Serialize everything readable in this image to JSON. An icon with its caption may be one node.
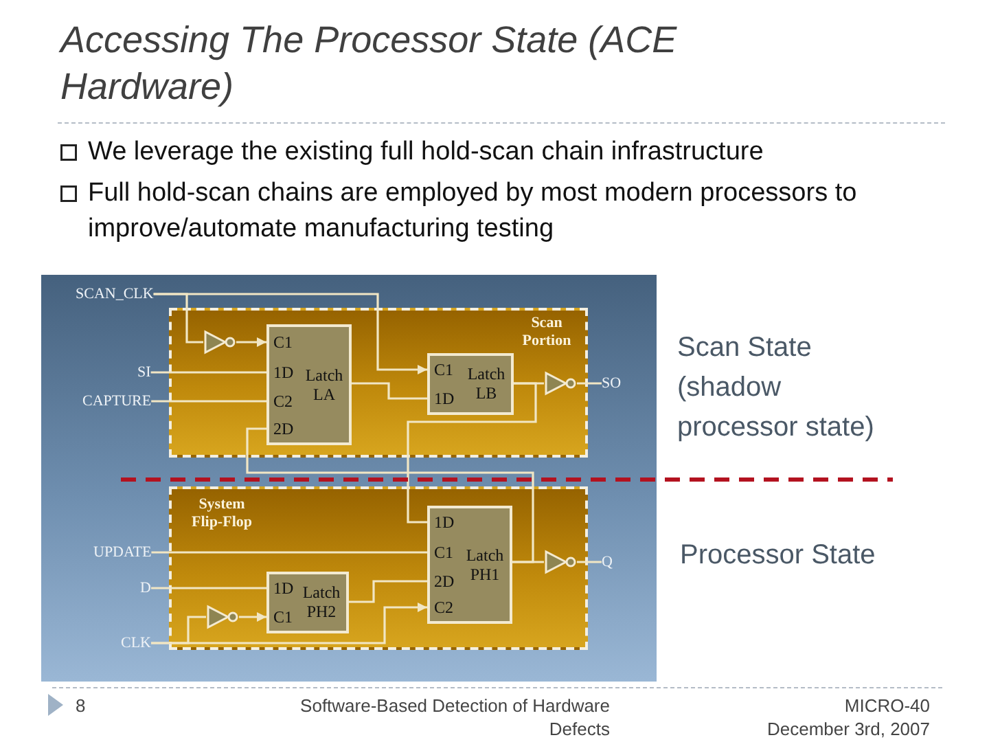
{
  "diagram": {
    "title": "Accessing The Processor State (ACE Hardware)",
    "nodes": [
      {
        "text": [
          "SCAN_CLK"
        ]
      },
      {
        "text": [
          "Scan Portion"
        ]
      },
      {
        "text": [],
        "shape": "triangle",
        "in": 1
      },
      {
        "text": [
          "C1",
          "1D",
          "Latch LA",
          "C2",
          "2D"
        ],
        "in": 1
      },
      {
        "text": [
          "C1",
          "Latch LB",
          "1D"
        ],
        "in": 1
      },
      {
        "text": [],
        "shape": "triangle",
        "in": 1
      },
      {
        "text": [
          "SO"
        ]
      },
      {
        "text": [
          "SI"
        ]
      },
      {
        "text": [
          "CAPTURE"
        ]
      },
      {
        "text": [
          "System Flip-Flop"
        ]
      },
      {
        "text": [
          "1D",
          "C1",
          "Latch PH1",
          "2D",
          "C2"
        ],
        "in": 9
      },
      {
        "text": [],
        "shape": "triangle",
        "in": 9
      },
      {
        "text": [
          "1D",
          "Latch PH2",
          "C1"
        ],
        "in": 9
      },
      {
        "text": [],
        "shape": "triangle",
        "in": 9
      },
      {
        "text": [
          "UPDATE"
        ]
      },
      {
        "text": [
          "Q"
        ]
      },
      {
        "text": [
          "D"
        ]
      },
      {
        "text": [
          "CLK"
        ]
      }
    ],
    "edges": [
      {
        "from": 0,
        "to": 2,
        "arrow": "none"
      },
      {
        "from": 2,
        "to": 3,
        "arrow": "to"
      },
      {
        "from": 0,
        "to": 4,
        "arrow": "to"
      },
      {
        "from": 7,
        "to": 3,
        "arrow": "none"
      },
      {
        "from": 8,
        "to": 3,
        "arrow": "none"
      },
      {
        "from": 3,
        "to": 4,
        "arrow": "none"
      },
      {
        "from": 4,
        "to": 5,
        "arrow": "none"
      },
      {
        "from": 5,
        "to": 6,
        "arrow": "none"
      },
      {
        "from": 4,
        "to": 10,
        "arrow": "none"
      },
      {
        "from": 10,
        "to": 3,
        "arrow": "none"
      },
      {
        "from": 14,
        "to": 10,
        "arrow": "none"
      },
      {
        "from": 16,
        "to": 12,
        "arrow": "none"
      },
      {
        "from": 17,
        "to": 13,
        "arrow": "none"
      },
      {
        "from": 13,
        "to": 12,
        "arrow": "to"
      },
      {
        "from": 17,
        "to": 10,
        "arrow": "to"
      },
      {
        "from": 12,
        "to": 10,
        "arrow": "none"
      },
      {
        "from": 10,
        "to": 11,
        "arrow": "none"
      },
      {
        "from": 11,
        "to": 15,
        "arrow": "none"
      }
    ],
    "labels": [
      "We leverage the existing full hold-scan chain infrastructure",
      "Full hold-scan chains are employed by most modern processors to improve/automate manufacturing testing",
      "Scan State (shadow processor state)",
      "Processor State",
      "8",
      "Software-Based Detection of Hardware Defects",
      "MICRO-40",
      "December 3rd, 2007"
    ]
  }
}
